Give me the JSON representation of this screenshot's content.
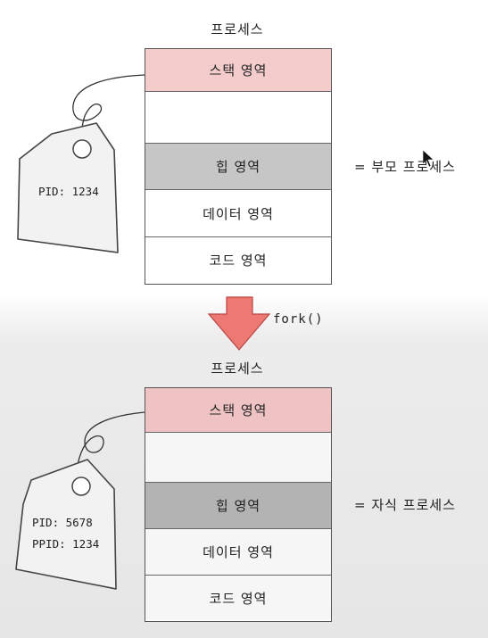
{
  "parent": {
    "title": "프로세스",
    "segments": {
      "stack": "스택 영역",
      "heap": "힙 영역",
      "data": "데이터 영역",
      "code": "코드 영역"
    },
    "label": "= 부모 프로세스",
    "tag": {
      "pid": "PID: 1234"
    }
  },
  "fork_label": "fork()",
  "child": {
    "title": "프로세스",
    "segments": {
      "stack": "스택 영역",
      "heap": "힙 영역",
      "data": "데이터 영역",
      "code": "코드 영역"
    },
    "label": "= 자식 프로세스",
    "tag": {
      "pid": "PID: 5678",
      "ppid": "PPID: 1234"
    }
  },
  "colors": {
    "stack": "#f4cccc",
    "heap": "#c6c6c6",
    "down_arrow": "#e8706a",
    "up_arrow": "#555555",
    "fork_arrow": "#ec7a72"
  }
}
